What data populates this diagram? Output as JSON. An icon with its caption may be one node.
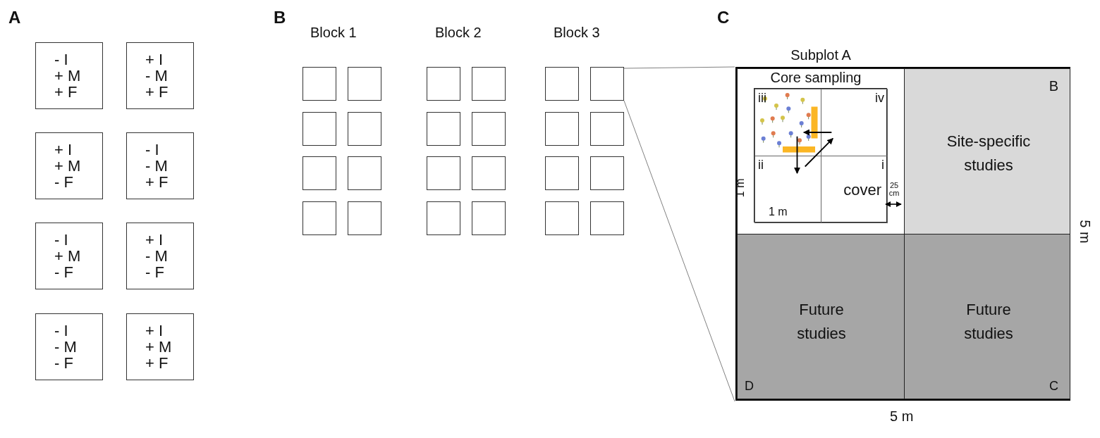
{
  "diagram": {
    "nodes": [
      {
        "text": [
          "- I + M + F"
        ]
      },
      {
        "text": [
          "+ I - M + F"
        ]
      },
      {
        "text": [
          "+ I + M - F"
        ]
      },
      {
        "text": [
          "- I - M + F"
        ]
      },
      {
        "text": [
          "- I + M - F"
        ]
      },
      {
        "text": [
          "+ I - M - F"
        ]
      },
      {
        "text": [
          "- I - M - F"
        ]
      },
      {
        "text": [
          "+ I + M + F"
        ]
      },
      {
        "text": [],
        "shape": "box"
      },
      {
        "text": [],
        "shape": "box"
      },
      {
        "text": [],
        "shape": "box"
      },
      {
        "text": [],
        "shape": "box"
      },
      {
        "text": [],
        "shape": "box"
      },
      {
        "text": [],
        "shape": "box"
      },
      {
        "text": [],
        "shape": "box"
      },
      {
        "text": [],
        "shape": "box"
      },
      {
        "text": [],
        "shape": "box"
      },
      {
        "text": [],
        "shape": "box"
      },
      {
        "text": [],
        "shape": "box"
      },
      {
        "text": [],
        "shape": "box"
      },
      {
        "text": [],
        "shape": "box"
      },
      {
        "text": [],
        "shape": "box"
      },
      {
        "text": [],
        "shape": "box"
      },
      {
        "text": [],
        "shape": "box"
      },
      {
        "text": [],
        "shape": "box"
      },
      {
        "text": [],
        "shape": "box"
      },
      {
        "text": [],
        "shape": "box"
      },
      {
        "text": [],
        "shape": "box"
      },
      {
        "text": [],
        "shape": "box"
      },
      {
        "text": [],
        "shape": "box"
      },
      {
        "text": [],
        "shape": "box"
      },
      {
        "text": [],
        "shape": "box"
      },
      {
        "text": [],
        "shape": "box"
      },
      {
        "text": [
          "Subplot A",
          "Core sampling"
        ],
        "in": 32
      },
      {
        "text": [],
        "shape": "box",
        "in": 33
      },
      {
        "text": [
          "iii"
        ],
        "in": 34
      },
      {
        "text": [
          "iv"
        ],
        "in": 34
      },
      {
        "text": [
          "ii"
        ],
        "in": 34
      },
      {
        "text": [
          "i",
          "cover"
        ],
        "in": 34
      },
      {
        "text": [
          "B",
          "Site-specific studies"
        ],
        "in": 32
      },
      {
        "text": [
          "Future studies",
          "D"
        ],
        "in": 32
      },
      {
        "text": [
          "Future studies",
          "C"
        ],
        "in": 32
      }
    ],
    "edges": [
      {
        "from": 25,
        "to": 32,
        "arrow": "none",
        "color": "#808080"
      },
      {
        "from": 36,
        "to": 35,
        "arrow": "to"
      },
      {
        "from": 35,
        "to": 37,
        "arrow": "to"
      },
      {
        "from": 37,
        "to": 36,
        "arrow": "to"
      }
    ],
    "labels": [
      "A",
      "B",
      "C",
      "Block 1",
      "Block 2",
      "Block 3",
      "1 m",
      "25 cm",
      "1 m",
      "5 m",
      "5 m"
    ]
  }
}
